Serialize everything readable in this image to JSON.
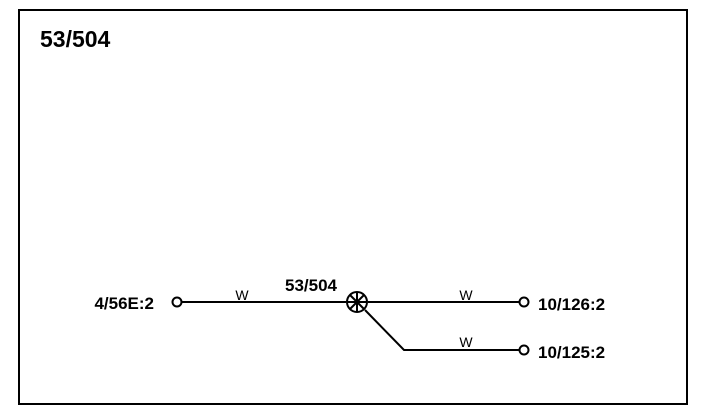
{
  "diagram": {
    "title": "53/504",
    "splice_label": "53/504",
    "left_connector": "4/56E:2",
    "right_connector_top": "10/126:2",
    "right_connector_bottom": "10/125:2",
    "wire_left": "W",
    "wire_right_top": "W",
    "wire_right_bottom": "W"
  }
}
